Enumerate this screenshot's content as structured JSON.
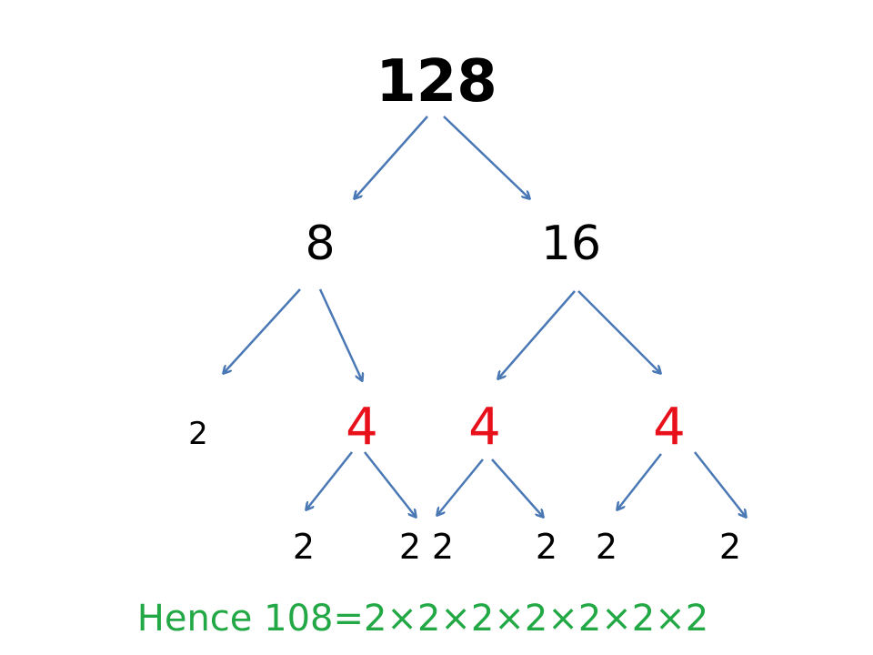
{
  "diagram": {
    "root": "128",
    "level1": [
      "8",
      "16"
    ],
    "level2": [
      "2",
      "4",
      "4",
      "4"
    ],
    "leaves": [
      "2",
      "2",
      "2",
      "2",
      "2",
      "2"
    ],
    "conclusion": "Hence 108=2×2×2×2×2×2×2"
  },
  "colors": {
    "default_text": "#000000",
    "highlight_text": "#e8101a",
    "arrow": "#4a78b5",
    "conclusion_text": "#22a845"
  },
  "edges": [
    [
      "128",
      "8"
    ],
    [
      "128",
      "16"
    ],
    [
      "8",
      "2"
    ],
    [
      "8",
      "4"
    ],
    [
      "16",
      "4"
    ],
    [
      "16",
      "4"
    ],
    [
      "4",
      "2"
    ],
    [
      "4",
      "2"
    ],
    [
      "4",
      "2"
    ],
    [
      "4",
      "2"
    ],
    [
      "4",
      "2"
    ],
    [
      "4",
      "2"
    ]
  ]
}
